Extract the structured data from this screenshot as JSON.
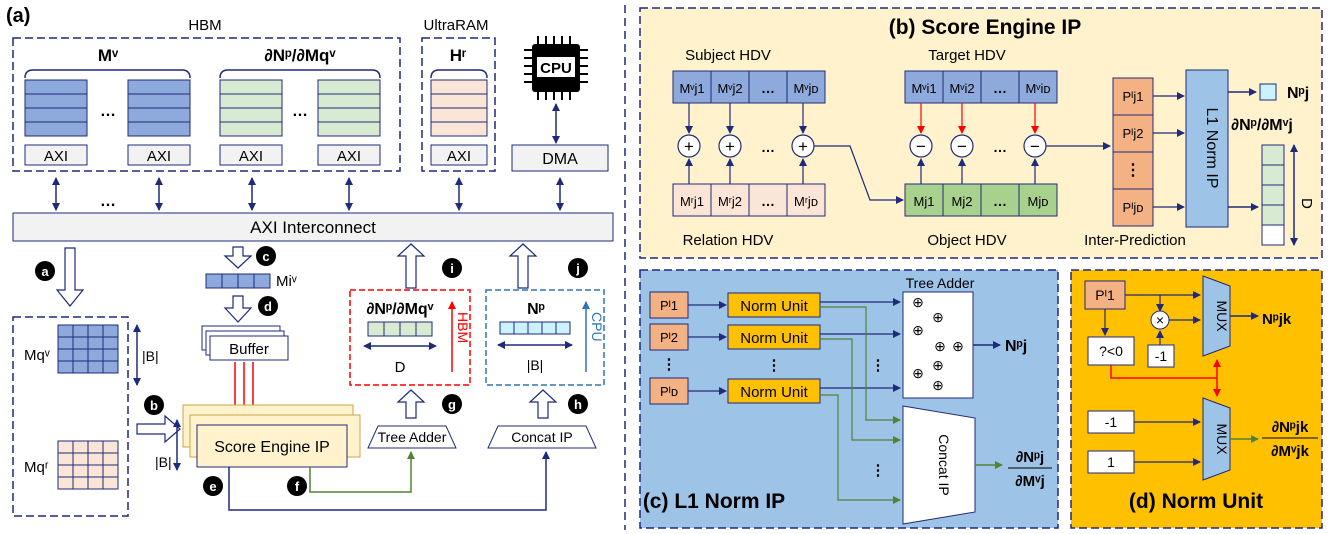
{
  "colors": {
    "navy": "#1f2a7a",
    "blue_cell": "#8ea9db",
    "green_cell": "#d9ead3",
    "peach_cell": "#fbe5d6",
    "orange_cell": "#f4b183",
    "panel_b": "#fff2cc",
    "panel_c": "#9dc3e6",
    "panel_d": "#ffc000",
    "lightblue": "#9dc3e6",
    "cyan": "#ccf2ff",
    "red": "#ff0000",
    "green_line": "#548235",
    "grey": "#f2f2f2"
  },
  "panel_a": {
    "label": "(a)",
    "hbm": "HBM",
    "ultraram": "UltraRAM",
    "mv": "Mᵛ",
    "grad_m": "∂Nᵖ/∂Mqᵛ",
    "hr": "Hʳ",
    "cpu": "CPU",
    "dma": "DMA",
    "axi": "AXI",
    "ellipsis": "…",
    "interconnect": "AXI Interconnect",
    "mqv": "Mqᵛ",
    "mqr": "Mqʳ",
    "b_bars": "|B|",
    "miv": "Miᵛ",
    "buffer": "Buffer",
    "score_engine": "Score Engine IP",
    "tree_adder": "Tree Adder",
    "concat_ip": "Concat IP",
    "grad_box": "∂Nᵖ/∂Mqᵛ",
    "d_label": "D",
    "hbm_red": "HBM",
    "np_box": "Nᵖ",
    "cpu_blue": "CPU",
    "steps": [
      "a",
      "b",
      "c",
      "d",
      "e",
      "f",
      "g",
      "h",
      "i",
      "j"
    ]
  },
  "panel_b": {
    "title": "(b) Score Engine IP",
    "subject": "Subject HDV",
    "target": "Target HDV",
    "relation": "Relation HDV",
    "object": "Object HDV",
    "inter": "Inter-Prediction",
    "l1": "L1 Norm IP",
    "np": "Nᵖj",
    "grad": "∂Nᵖ/∂Mᵛj",
    "d": "D",
    "subj_cells": [
      "Mᵛj1",
      "Mᵛj2",
      "…",
      "Mᵛjᴅ"
    ],
    "targ_cells": [
      "Mᵛi1",
      "Mᵛi2",
      "…",
      "Mᵛiᴅ"
    ],
    "rel_cells": [
      "Mʳj1",
      "Mʳj2",
      "…",
      "Mʳjᴅ"
    ],
    "obj_cells": [
      "Mj1",
      "Mj2",
      "…",
      "Mjᴅ"
    ],
    "pred_cells": [
      "Pᴵj1",
      "Pᴵj2",
      "⋮",
      "Pᴵjᴅ"
    ],
    "plus": "+",
    "minus": "−",
    "ellipsis": "…"
  },
  "panel_c": {
    "title": "(c) L1 Norm IP",
    "tree_adder": "Tree Adder",
    "norm_unit": "Norm Unit",
    "p_cells": [
      "Pᴵ1",
      "Pᴵ2",
      "Pᴵᴅ"
    ],
    "np": "Nᵖj",
    "concat": "Concat IP",
    "grad_num": "∂Nᵖj",
    "grad_den": "∂Mᵛj",
    "oplus": "⊕",
    "vdots": "⋮"
  },
  "panel_d": {
    "title": "(d) Norm Unit",
    "p1": "Pᴵ1",
    "cond": "?<0",
    "neg1": "-1",
    "one": "1",
    "mux": "MUX",
    "times": "×",
    "npjk": "Nᵖjk",
    "grad_num": "∂Nᵖjk",
    "grad_den": "∂Mᵛjk"
  }
}
